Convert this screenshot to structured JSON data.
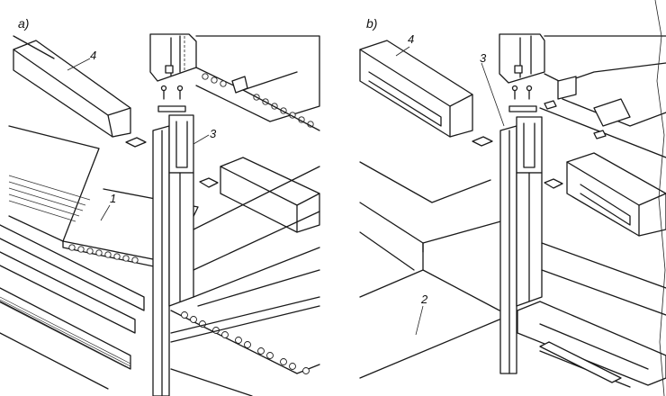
{
  "panels": {
    "a": {
      "label": "a)",
      "callouts": {
        "beam": "4",
        "column": "3",
        "slab": "1"
      }
    },
    "b": {
      "label": "b)",
      "callouts": {
        "beam": "4",
        "column": "3",
        "floor_panel": "2"
      }
    }
  }
}
